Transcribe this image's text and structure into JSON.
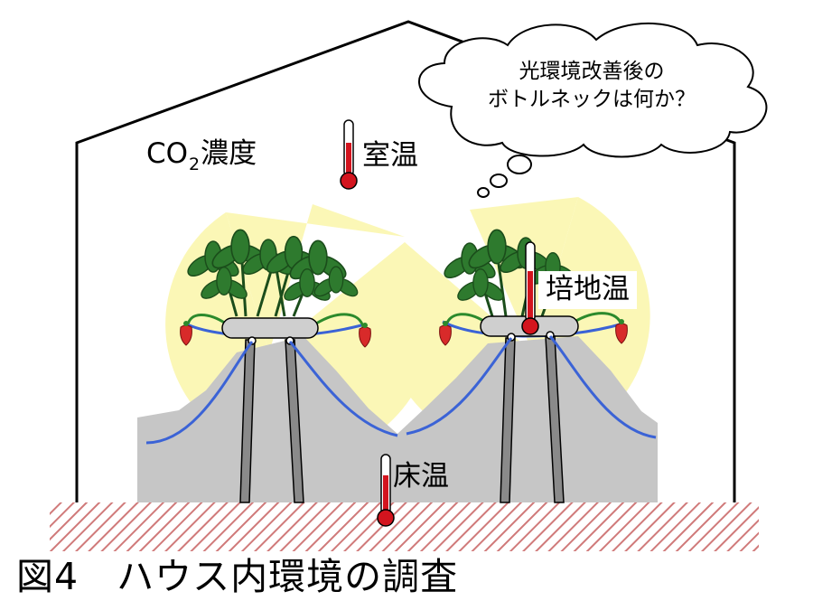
{
  "labels": {
    "co2_main": "CO",
    "co2_sub": "2",
    "co2_tail": "濃度",
    "room_temp": "室温",
    "medium_temp": "培地温",
    "floor_temp": "床温"
  },
  "thought_bubble": {
    "line1": "光環境改善後の",
    "line2": "ボトルネックは何か？"
  },
  "caption": "図4　ハウス内環境の調査",
  "colors": {
    "light_halo": "#fbf7b6",
    "bed_gray": "#c6c6c6",
    "leaf_green": "#2e7a2e",
    "drip_tube_blue": "#3b63d6",
    "strawberry_red": "#d82a2a",
    "thermometer_red": "#d3141e",
    "floor_hatch": "#d07a7a"
  }
}
